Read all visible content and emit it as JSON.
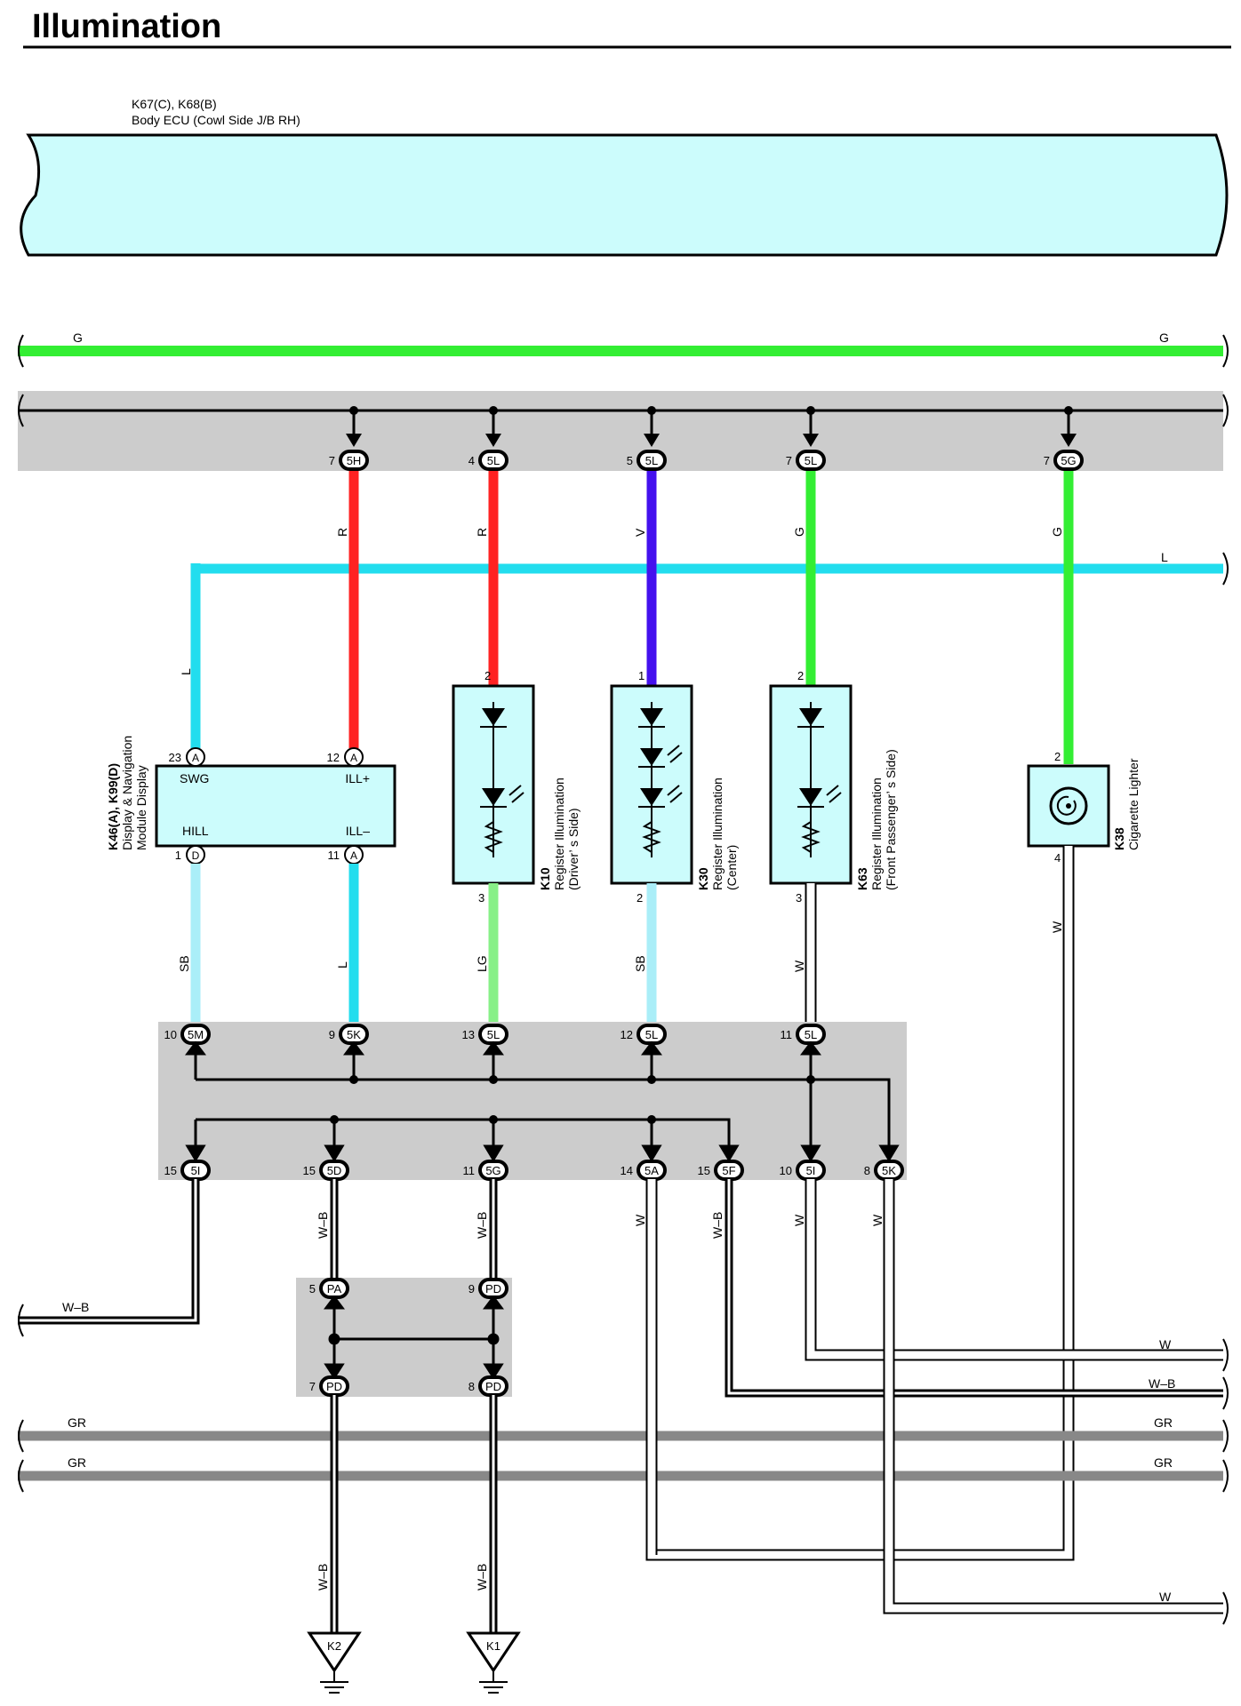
{
  "title": "Illumination",
  "body_ecu": {
    "code": "K67(C), K68(B)",
    "name": "Body ECU (Cowl Side J/B RH)"
  },
  "colors": {
    "G": "#33ee33",
    "R": "#ff2222",
    "V": "#4411ee",
    "L": "#22ddee",
    "SB": "#aaeef8",
    "LG": "#88f088",
    "GR": "#888888",
    "W": "#ffffff",
    "WB": "#000000",
    "panel": "#ccfcfc",
    "junction": "#cccccc"
  },
  "wire_labels": {
    "G": "G",
    "R": "R",
    "V": "V",
    "L": "L",
    "SB": "SB",
    "LG": "LG",
    "W": "W",
    "WB": "W–B",
    "GR": "GR"
  },
  "top_connectors": [
    {
      "pin": "7",
      "conn": "5H"
    },
    {
      "pin": "4",
      "conn": "5L"
    },
    {
      "pin": "5",
      "conn": "5L"
    },
    {
      "pin": "7",
      "conn": "5L"
    },
    {
      "pin": "7",
      "conn": "5G"
    }
  ],
  "display": {
    "code": "K46(A), K99(D)",
    "name1": "Display & Navigation",
    "name2": "Module Display",
    "terminals": {
      "swg": "SWG",
      "ill_plus": "ILL+",
      "hill": "HILL",
      "ill_minus": "ILL–"
    },
    "pins": {
      "swg": {
        "pin": "23",
        "conn": "A"
      },
      "ill_plus": {
        "pin": "12",
        "conn": "A"
      },
      "hill": {
        "pin": "1",
        "conn": "D"
      },
      "ill_minus": {
        "pin": "11",
        "conn": "A"
      }
    }
  },
  "k10": {
    "code": "K10",
    "name1": "Register Illumination",
    "name2": "(Driver’ s Side)",
    "pin_top": "2",
    "pin_bottom": "3"
  },
  "k30": {
    "code": "K30",
    "name1": "Register Illumination",
    "name2": "(Center)",
    "pin_top": "1",
    "pin_bottom": "2"
  },
  "k63": {
    "code": "K63",
    "name1": "Register Illumination",
    "name2": "(Front Passenger’ s Side)",
    "pin_top": "2",
    "pin_bottom": "3"
  },
  "k38": {
    "code": "K38",
    "name1": "Cigarette Lighter",
    "pin_top": "2",
    "pin_bottom": "4"
  },
  "mid_connectors": [
    {
      "pin": "10",
      "conn": "5M"
    },
    {
      "pin": "9",
      "conn": "5K"
    },
    {
      "pin": "13",
      "conn": "5L"
    },
    {
      "pin": "12",
      "conn": "5L"
    },
    {
      "pin": "11",
      "conn": "5L"
    }
  ],
  "low_connectors": [
    {
      "pin": "15",
      "conn": "5I"
    },
    {
      "pin": "15",
      "conn": "5D"
    },
    {
      "pin": "11",
      "conn": "5G"
    },
    {
      "pin": "14",
      "conn": "5A"
    },
    {
      "pin": "15",
      "conn": "5F"
    },
    {
      "pin": "10",
      "conn": "5I"
    },
    {
      "pin": "8",
      "conn": "5K"
    }
  ],
  "jb_connectors": [
    {
      "pin": "5",
      "conn": "PA"
    },
    {
      "pin": "9",
      "conn": "PD"
    },
    {
      "pin": "7",
      "conn": "PD"
    },
    {
      "pin": "8",
      "conn": "PD"
    }
  ],
  "grounds": [
    {
      "label": "K2"
    },
    {
      "label": "K1"
    }
  ]
}
